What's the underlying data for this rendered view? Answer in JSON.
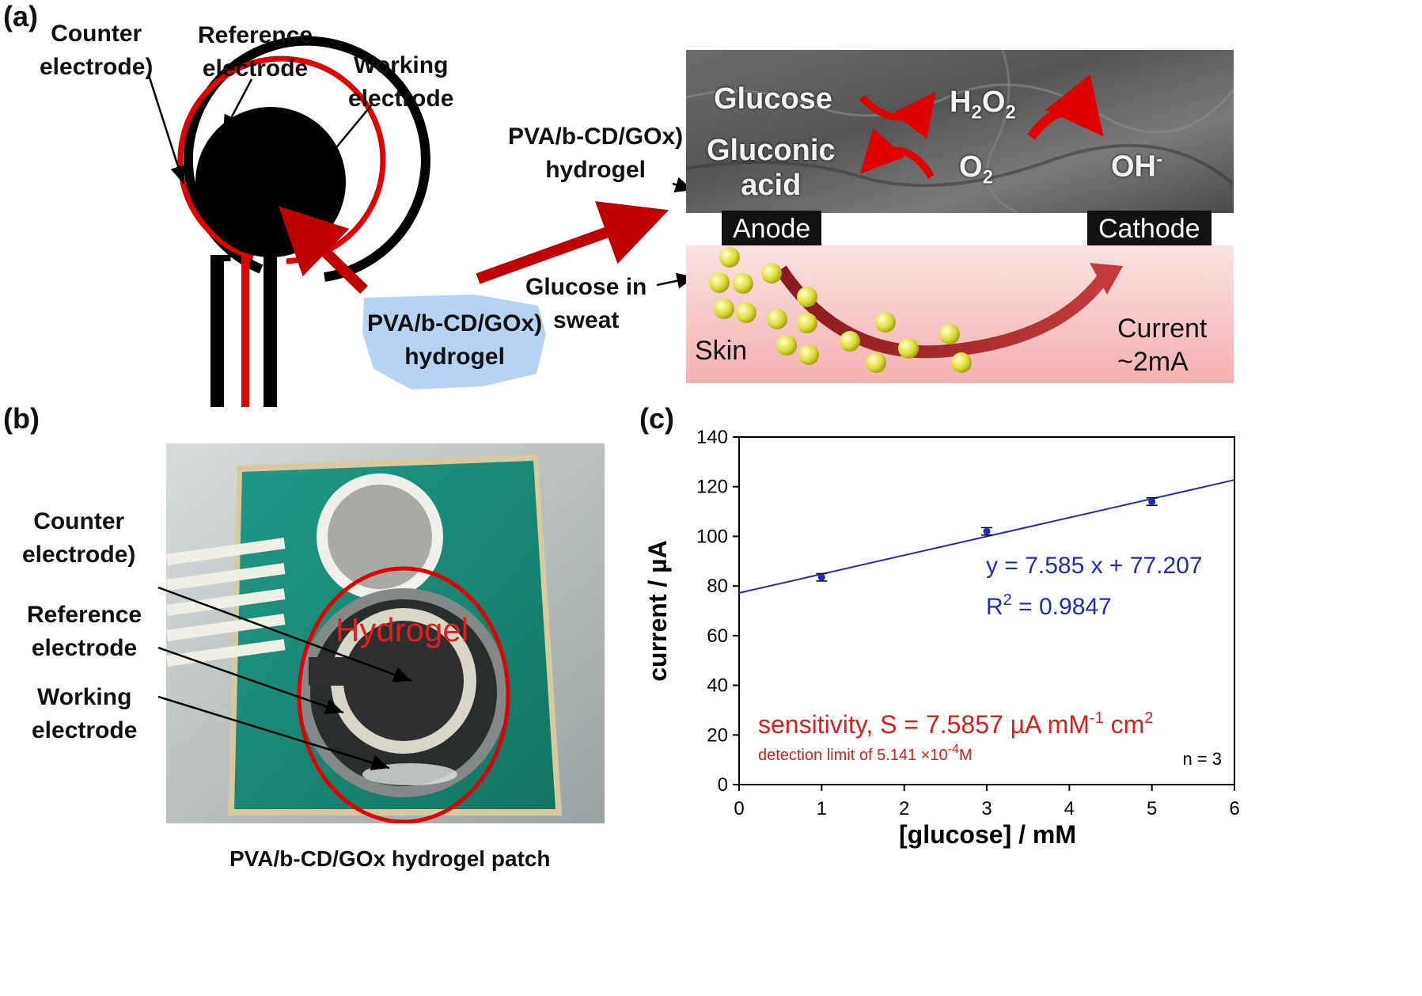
{
  "panels": {
    "a": "(a)",
    "b": "(b)",
    "c": "(c)"
  },
  "panel_a": {
    "counter": [
      "Counter",
      "electrode)"
    ],
    "reference": [
      "Reference",
      "electrode"
    ],
    "working": [
      "Working",
      "electrode"
    ],
    "hydrogel_top": [
      "PVA/b-CD/GOx)",
      "hydrogel"
    ],
    "hydrogel_blob": [
      "PVA/b-CD/GOx)",
      "hydrogel"
    ],
    "glucose_sweat": [
      "Glucose in",
      "sweat"
    ],
    "sem": {
      "glucose": "Glucose",
      "gluconic": [
        "Gluconic",
        "acid"
      ],
      "h2o2": {
        "a": "H",
        "b": "2",
        "c": "O",
        "d": "2"
      },
      "o2": {
        "a": "O",
        "b": "2"
      },
      "oh": {
        "a": "OH",
        "b": "-"
      }
    },
    "anode": "Anode",
    "cathode": "Cathode",
    "skin": "Skin",
    "current": [
      "Current",
      "~2mA"
    ]
  },
  "panel_b": {
    "counter": [
      "Counter",
      "electrode)"
    ],
    "reference": [
      "Reference",
      "electrode"
    ],
    "working": [
      "Working",
      "electrode"
    ],
    "hydrogel": "Hydrogel",
    "caption": "PVA/b-CD/GOx hydrogel patch"
  },
  "chart_data": {
    "type": "scatter",
    "xlabel": "[glucose] / mM",
    "ylabel": "current / µA",
    "xlim": [
      0,
      6
    ],
    "ylim": [
      0,
      140
    ],
    "xticks": [
      0,
      1,
      2,
      3,
      4,
      5,
      6
    ],
    "yticks": [
      0,
      20,
      40,
      60,
      80,
      100,
      120,
      140
    ],
    "points": [
      {
        "x": 1,
        "y": 83.5,
        "err": 1.5
      },
      {
        "x": 3,
        "y": 102,
        "err": 1.5
      },
      {
        "x": 5,
        "y": 114,
        "err": 1.5
      }
    ],
    "fit": {
      "slope": 7.585,
      "intercept": 77.207
    },
    "equation": "y = 7.585 x + 77.207",
    "r2": {
      "a": "R",
      "b": "2",
      "c": " = 0.9847"
    },
    "sensitivity": {
      "a": "sensitivity, S = 7.5857 µA mM",
      "b": "-1",
      "c": " cm",
      "d": "2"
    },
    "detection": {
      "a": "detection limit of 5.141 ×10",
      "b": "-4",
      "c": "M"
    },
    "n": "n = 3",
    "colors": {
      "series": "#1f2fb5",
      "fit": "#1f2fb5",
      "sensitivity": "#e01b1b"
    }
  }
}
